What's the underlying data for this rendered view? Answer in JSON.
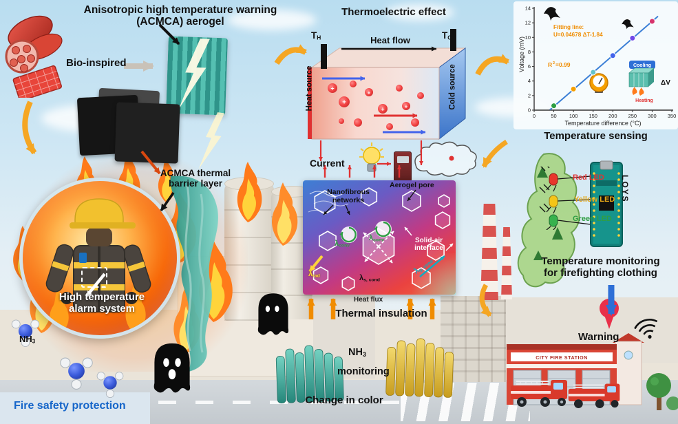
{
  "figure": {
    "title_line1": "Anisotropic high temperature warning",
    "title_line2": "(ACMCA) aerogel",
    "bio_inspired": "Bio-inspired"
  },
  "thermoelectric": {
    "title": "Thermoelectric effect",
    "t_base": "T",
    "hot_sub": "H",
    "cold_sub": "C",
    "heat_flow": "Heat flow",
    "heat_source": "Heat source",
    "cold_source": "Cold source",
    "current": "Current",
    "plus": "+"
  },
  "insulation": {
    "nanofibrous_line1": "Nanofibrous",
    "nanofibrous_line2": "networks",
    "aerogel_pore": "Aerogel pore",
    "solid_air_line1": "Solid-air",
    "solid_air_line2": "interface",
    "lambda": "λ",
    "conv_sub": "conv",
    "rad_sub": "rad",
    "s_cond_sub": "s, cond",
    "g_cond_sub": "g, cond",
    "heat_flux": "Heat flux",
    "title": "Thermal insulation"
  },
  "left_scene": {
    "barrier_line1": "ACMCA thermal",
    "barrier_line2": "barrier layer",
    "alarm_line1": "High temperature",
    "alarm_line2": "alarm system",
    "nh_base": "NH",
    "nh_sub": "3",
    "fire_safety": "Fire safety protection"
  },
  "bottom_center": {
    "nh_base": "NH",
    "nh_sub": "3",
    "monitoring": "monitoring",
    "change_in_color": "Change in color"
  },
  "sensing": {
    "caption": "Temperature sensing",
    "fitting_line1": "Fitting line:",
    "fitting_line2": "U=0.04678 ΔT-1.84",
    "r2_base": "R",
    "r2_sup": "2",
    "r2_value": "=0.99",
    "cooling": "Cooling",
    "heating": "Heating",
    "delta_v": "ΔV"
  },
  "chart_data": {
    "type": "scatter",
    "title": "Temperature sensing",
    "xlabel": "Temperature difference (°C)",
    "ylabel": "Voltage (mV)",
    "xlim": [
      0,
      350
    ],
    "ylim": [
      0,
      14
    ],
    "x_ticks": [
      0,
      50,
      100,
      150,
      200,
      250,
      300,
      350
    ],
    "y_ticks": [
      0,
      2,
      4,
      6,
      8,
      10,
      12,
      14
    ],
    "fit_line": {
      "equation": "U=0.04678 ΔT-1.84",
      "slope": 0.04678,
      "intercept": -1.84,
      "x_start": 40,
      "x_end": 315,
      "color": "#3b7fd6",
      "r_squared": 0.99
    },
    "points": [
      {
        "x": 50,
        "y": 0.6,
        "color": "#2f9e44"
      },
      {
        "x": 100,
        "y": 2.9,
        "color": "#f59f00"
      },
      {
        "x": 150,
        "y": 5.2,
        "color": "#66c2c9"
      },
      {
        "x": 200,
        "y": 7.5,
        "color": "#4263eb"
      },
      {
        "x": 250,
        "y": 9.9,
        "color": "#7048e8"
      },
      {
        "x": 300,
        "y": 12.2,
        "color": "#d6336c"
      }
    ],
    "grid": false,
    "legend_position": "none"
  },
  "right_scene": {
    "red_led": "Red LED",
    "yellow_led": "Yellow LED",
    "green_led": "Green LED",
    "board_text": "LOYS",
    "monitor_line1": "Temperature monitoring",
    "monitor_line2": "for firefighting clothing",
    "warning": "Warning",
    "warning_mark": "!",
    "station_sign": "CITY FIRE STATION"
  }
}
